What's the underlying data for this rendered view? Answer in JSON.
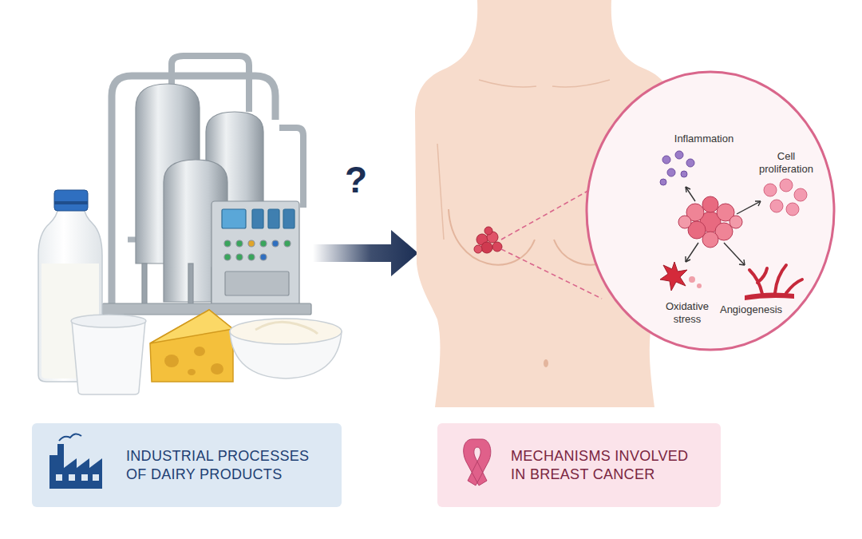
{
  "diagram": {
    "nodes": [
      {
        "text": [
          "Inflammation",
          "Cell proliferation",
          "Oxidative stress",
          "Angiogenesis"
        ]
      },
      {
        "text": [
          "INDUSTRIAL PROCESSES OF DAIRY PRODUCTS"
        ]
      },
      {
        "text": [
          "MECHANISMS INVOLVED IN BREAST CANCER"
        ]
      }
    ],
    "labels": [
      "?"
    ]
  }
}
